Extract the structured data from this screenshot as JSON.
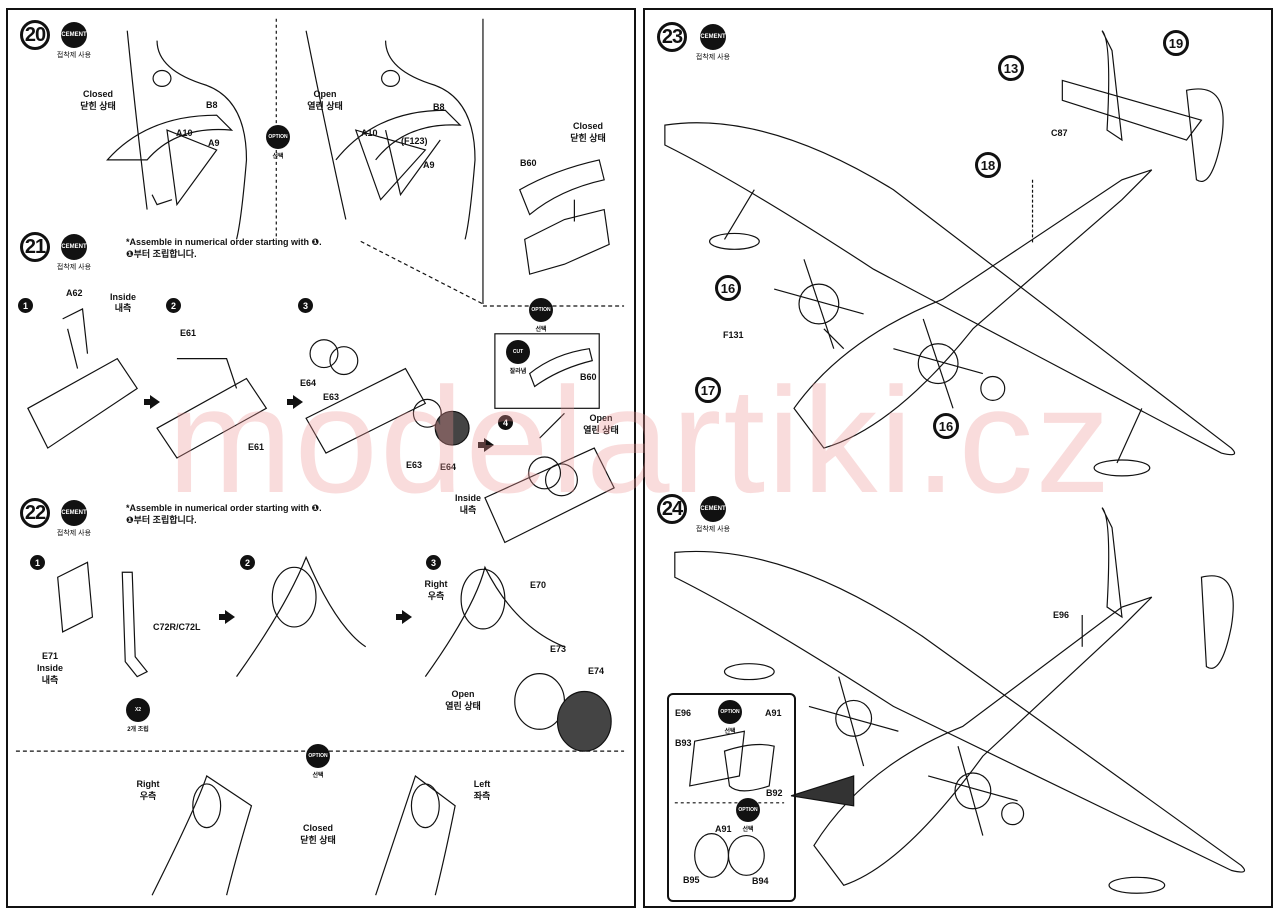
{
  "watermark": "modelartiki.cz",
  "common": {
    "cement_dot": "CEMENT",
    "cement_caption": "접착제 사용",
    "option_dot": "OPTION",
    "option_caption": "선택",
    "cut_dot": "CUT",
    "cut_caption": "잘라냄",
    "times_two_dot": "X2",
    "times_two_caption": "2개 조립"
  },
  "step20": {
    "number": "20",
    "closed_en": "Closed",
    "closed_ko": "닫힌 상태",
    "open_en": "Open",
    "open_ko": "열린 상태",
    "inset_closed_en": "Closed",
    "inset_closed_ko": "닫힌 상태",
    "parts": {
      "b8": "B8",
      "a10": "A10",
      "a9": "A9",
      "f123": "(F123)",
      "b8b": "B8",
      "a10b": "A10",
      "a9b": "A9",
      "b60": "B60"
    }
  },
  "step21": {
    "number": "21",
    "note_en": "*Assemble in numerical order starting with ❶.",
    "note_ko": "❶부터 조립합니다.",
    "subs": [
      "1",
      "2",
      "3",
      "4"
    ],
    "inside_en": "Inside",
    "inside_ko": "내측",
    "open_en": "Open",
    "open_ko": "열린 상태",
    "inside2_en": "Inside",
    "inside2_ko": "내측",
    "parts": {
      "a62": "A62",
      "e61": "E61",
      "e61b": "E61",
      "e64": "E64",
      "e63": "E63",
      "e63b": "E63",
      "e64b": "E64",
      "b60": "B60"
    }
  },
  "step22": {
    "number": "22",
    "note_en": "*Assemble in numerical order starting with ❶.",
    "note_ko": "❶부터 조립합니다.",
    "subs": [
      "1",
      "2",
      "3"
    ],
    "parts": {
      "c72": "C72R/C72L",
      "e71": "E71",
      "e70": "E70",
      "e73": "E73",
      "e74": "E74"
    },
    "inside_en": "Inside",
    "inside_ko": "내측",
    "right_en": "Right",
    "right_ko": "우측",
    "open_en": "Open",
    "open_ko": "열린 상태",
    "opt_right_en": "Right",
    "opt_right_ko": "우측",
    "opt_left_en": "Left",
    "opt_left_ko": "좌측",
    "opt_closed_en": "Closed",
    "opt_closed_ko": "닫힌 상태"
  },
  "step23": {
    "number": "23",
    "callouts": [
      "13",
      "19",
      "18",
      "16",
      "17",
      "16"
    ],
    "parts": {
      "c87": "C87",
      "f131": "F131"
    }
  },
  "step24": {
    "number": "24",
    "parts": {
      "e96": "E96",
      "e96b": "E96",
      "a91": "A91",
      "b93": "B93",
      "b92": "B92",
      "a91b": "A91",
      "b95": "B95",
      "b94": "B94"
    }
  }
}
